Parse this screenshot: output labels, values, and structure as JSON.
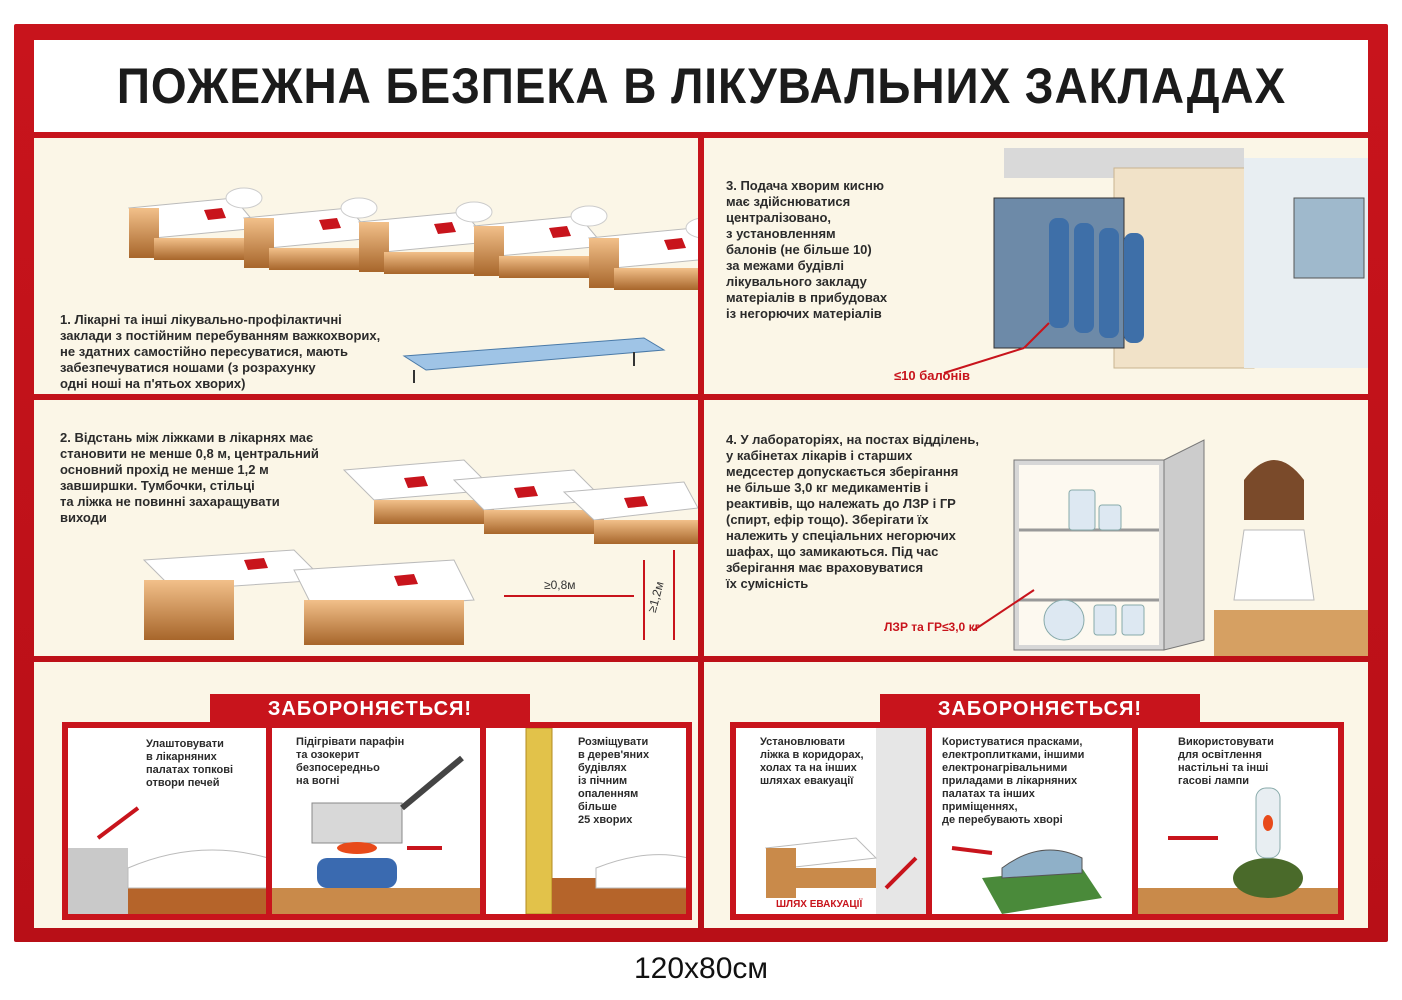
{
  "title": "ПОЖЕЖНА БЕЗПЕКА В ЛІКУВАЛЬНИХ ЗАКЛАДАХ",
  "panels": {
    "p1": {
      "text": "1. Лікарні та інші лікувально-профілактичні\nзаклади з постійним перебуванням важкохворих,\nне здатних самостійно пересуватися, мають\nзабезпечуватися ношами (з розрахунку\nодні ноші на п'ятьох хворих)"
    },
    "p2": {
      "text": "3. Подача хворим кисню\nмає здійснюватися\nцентралізовано,\nз установленням\nбалонів (не більше 10)\nза межами будівлі\nлікувального закладу\nматеріалів в прибудовах\nіз негорючих матеріалів",
      "label": "≤10 балонів"
    },
    "p3": {
      "text": "2. Відстань між ліжками в лікарнях має\nстановити не менше 0,8 м, центральний\nосновний прохід не менше 1,2 м\nзавширшки. Тумбочки, стільці\nта ліжка не повинні захаращувати\nвиходи",
      "dim1": "≥0,8м",
      "dim2": "≥1,2м"
    },
    "p4": {
      "text": "4. У лабораторіях, на постах відділень,\nу кабінетах лікарів і старших\nмедсестер допускається зберігання\nне більше 3,0 кг медикаментів і\nреактивів, що належать до ЛЗР і ГР\n(спирт, ефір тощо). Зберігати їх\nналежить у спеціальних негорючих\nшафах, що замикаються. Під час\nзберігання має враховуватися\nїх сумісність",
      "label": "ЛЗР та ГР≤3,0 кг"
    },
    "p5": {
      "heading": "ЗАБОРОНЯЄТЬСЯ!",
      "items": [
        "Улаштовувати\nв лікарняних\nпалатах топкові\nотвори печей",
        "Підігрівати парафін\nта озокерит\nбезпосередньо\nна вогні",
        "Розміщувати\nв дерев'яних\nбудівлях\nіз пічним\nопаленням\nбільше\n25 хворих"
      ]
    },
    "p6": {
      "heading": "ЗАБОРОНЯЄТЬСЯ!",
      "items": [
        "Установлювати\nліжка в коридорах,\nхолах та на інших\nшляхах евакуації",
        "Користуватися прасками,\nелектроплитками, іншими\nелектронагрівальними\nприладами в лікарняних\nпалатах та інших\nприміщеннях,\nде перебувають хворі",
        "Використовувати\nдля освітлення\nнастільні та інші\nгасові лампи"
      ],
      "evac_label": "ШЛЯХ ЕВАКУАЦІЇ"
    }
  },
  "size_label": "120x80см",
  "colors": {
    "frame_red": "#c8141c",
    "panel_cream": "#fbf6e7",
    "bed_wood": "#c98a4a"
  }
}
